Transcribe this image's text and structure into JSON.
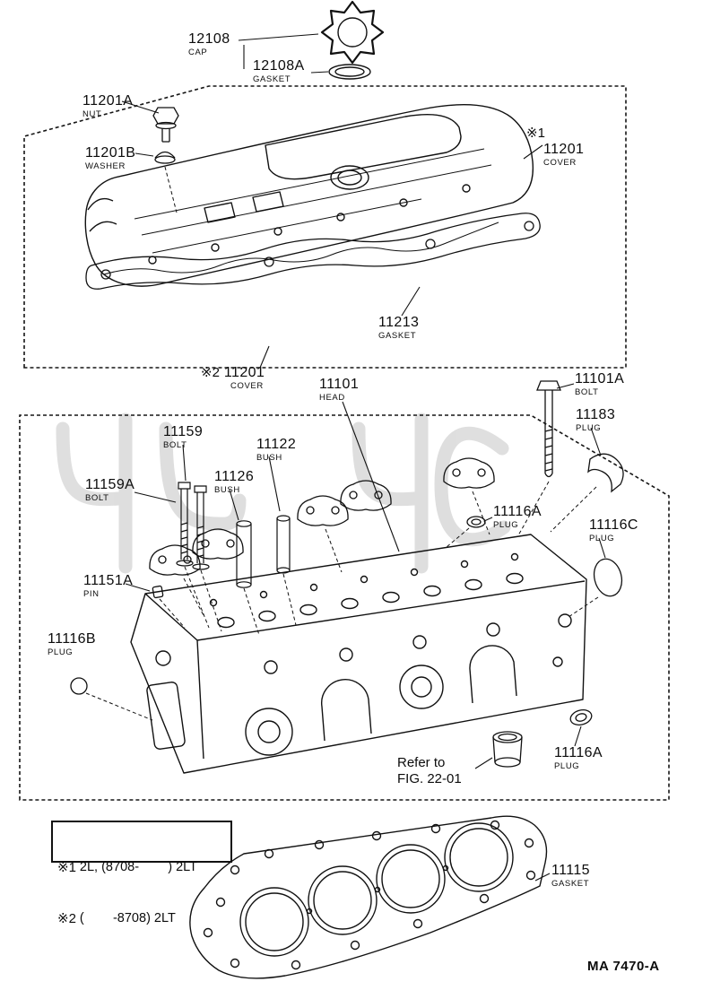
{
  "doc": {
    "footer_code": "MA 7470-A"
  },
  "parts": [
    {
      "num": "12108",
      "name": "CAP"
    },
    {
      "num": "12108A",
      "name": "GASKET"
    },
    {
      "num": "11201A",
      "name": "NUT"
    },
    {
      "num": "11201B",
      "name": "WASHER"
    },
    {
      "sym": "※1",
      "num": "11201",
      "name": "COVER"
    },
    {
      "num": "11213",
      "name": "GASKET"
    },
    {
      "sym": "※2",
      "num": "11201",
      "name": "COVER"
    },
    {
      "num": "11101",
      "name": "HEAD"
    },
    {
      "num": "11101A",
      "name": "BOLT"
    },
    {
      "num": "11183",
      "name": "PLUG"
    },
    {
      "num": "11159",
      "name": "BOLT"
    },
    {
      "num": "11122",
      "name": "BUSH"
    },
    {
      "num": "11159A",
      "name": "BOLT"
    },
    {
      "num": "11126",
      "name": "BUSH"
    },
    {
      "num": "11116A",
      "name": "PLUG"
    },
    {
      "num": "11116C",
      "name": "PLUG"
    },
    {
      "num": "11151A",
      "name": "PIN"
    },
    {
      "num": "11116B",
      "name": "PLUG"
    },
    {
      "num": "11116A",
      "name": "PLUG"
    },
    {
      "num": "11115",
      "name": "GASKET"
    }
  ],
  "note": {
    "line1": "Refer to",
    "line2": "FIG. 22-01"
  },
  "legend": {
    "row1_sym": "※1",
    "row1_text": "2L, (8708-        ) 2LT",
    "row2_sym": "※2",
    "row2_text": "(        -8708) 2LT"
  }
}
